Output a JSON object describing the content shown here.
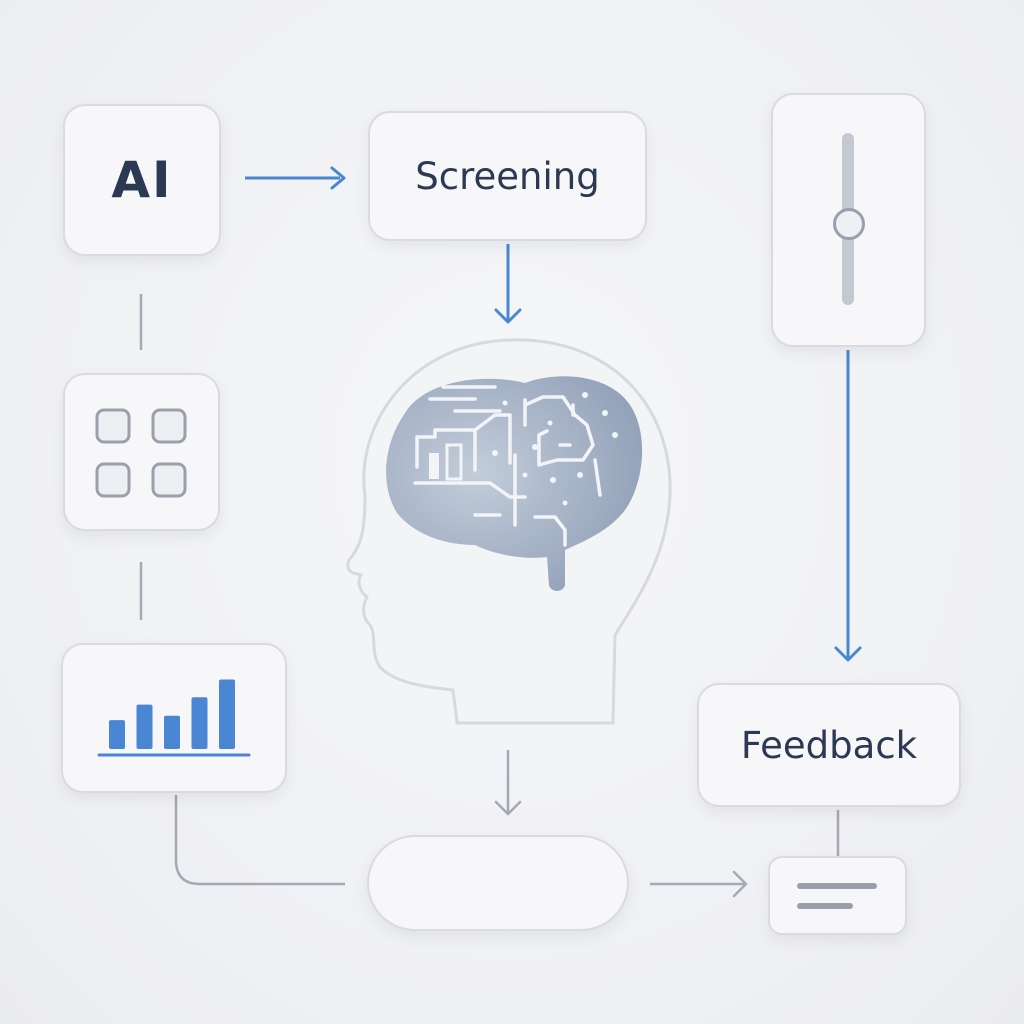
{
  "nodes": {
    "ai": {
      "label": "AI"
    },
    "screening": {
      "label": "Screening"
    },
    "feedback": {
      "label": "Feedback"
    },
    "grid": {
      "icon": "grid-icon"
    },
    "chart": {
      "icon": "bar-chart-icon",
      "bar_levels": [
        0.39,
        0.6,
        0.45,
        0.7,
        0.94
      ]
    },
    "slider": {
      "icon": "slider-icon",
      "level": 0.6
    },
    "brain": {
      "icon": "head-brain-circuit-icon"
    },
    "pill": {
      "label": ""
    },
    "text_card": {
      "icon": "text-lines-icon"
    }
  },
  "colors": {
    "accent": "#4a86d4",
    "connector": "#a4a9b3",
    "card_border": "#d9dbe0",
    "card_fill": "#f7f7f9",
    "text": "#2b3a52",
    "brain_fill": "#97a6bf"
  }
}
